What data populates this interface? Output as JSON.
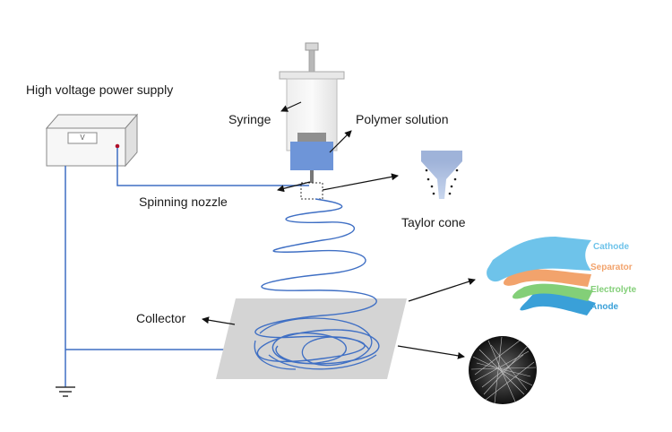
{
  "labels": {
    "power_supply": "High voltage power supply",
    "meter": "V",
    "syringe": "Syringe",
    "polymer": "Polymer solution",
    "nozzle": "Spinning nozzle",
    "taylor_cone": "Taylor  cone",
    "collector": "Collector"
  },
  "battery_layers": [
    {
      "label": "Cathode",
      "color": "#6ec3ea"
    },
    {
      "label": "Separator",
      "color": "#f2a36c"
    },
    {
      "label": "Electrolyte",
      "color": "#83cf78"
    },
    {
      "label": "Anode",
      "color": "#3aa0d8"
    }
  ],
  "colors": {
    "fiber": "#3f6fc4",
    "wire": "#3f6fc4",
    "solution": "#6e95d8",
    "collector": "#d4d4d4"
  }
}
